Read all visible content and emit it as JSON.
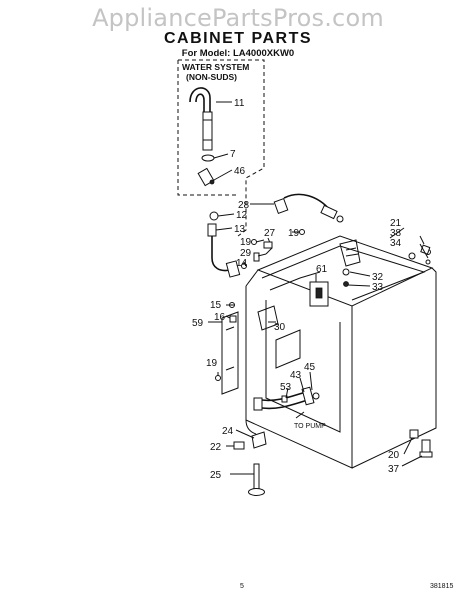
{
  "header": {
    "watermark": "AppliancePartsPros.com",
    "title": "CABINET PARTS",
    "model_line": "For Model: LA4000XKW0"
  },
  "water_system": {
    "line1": "WATER SYSTEM",
    "line2": "(NON-SUDS)"
  },
  "callouts": {
    "c11": "11",
    "c7": "7",
    "c46": "46",
    "c28": "28",
    "c12": "12",
    "c13": "13",
    "c27": "27",
    "c19a": "19",
    "c19b": "19",
    "c19c": "19",
    "c29": "29",
    "c14": "14",
    "c61": "61",
    "c21": "21",
    "c38": "38",
    "c34": "34",
    "c32": "32",
    "c33": "33",
    "c15": "15",
    "c16": "16",
    "c59": "59",
    "c30": "30",
    "c45": "45",
    "c43": "43",
    "c53": "53",
    "c24": "24",
    "c22": "22",
    "c25": "25",
    "c20": "20",
    "c37": "37"
  },
  "annotations": {
    "to_pump": "TO PUMP"
  },
  "footer": {
    "page": "5",
    "code": "381815"
  }
}
